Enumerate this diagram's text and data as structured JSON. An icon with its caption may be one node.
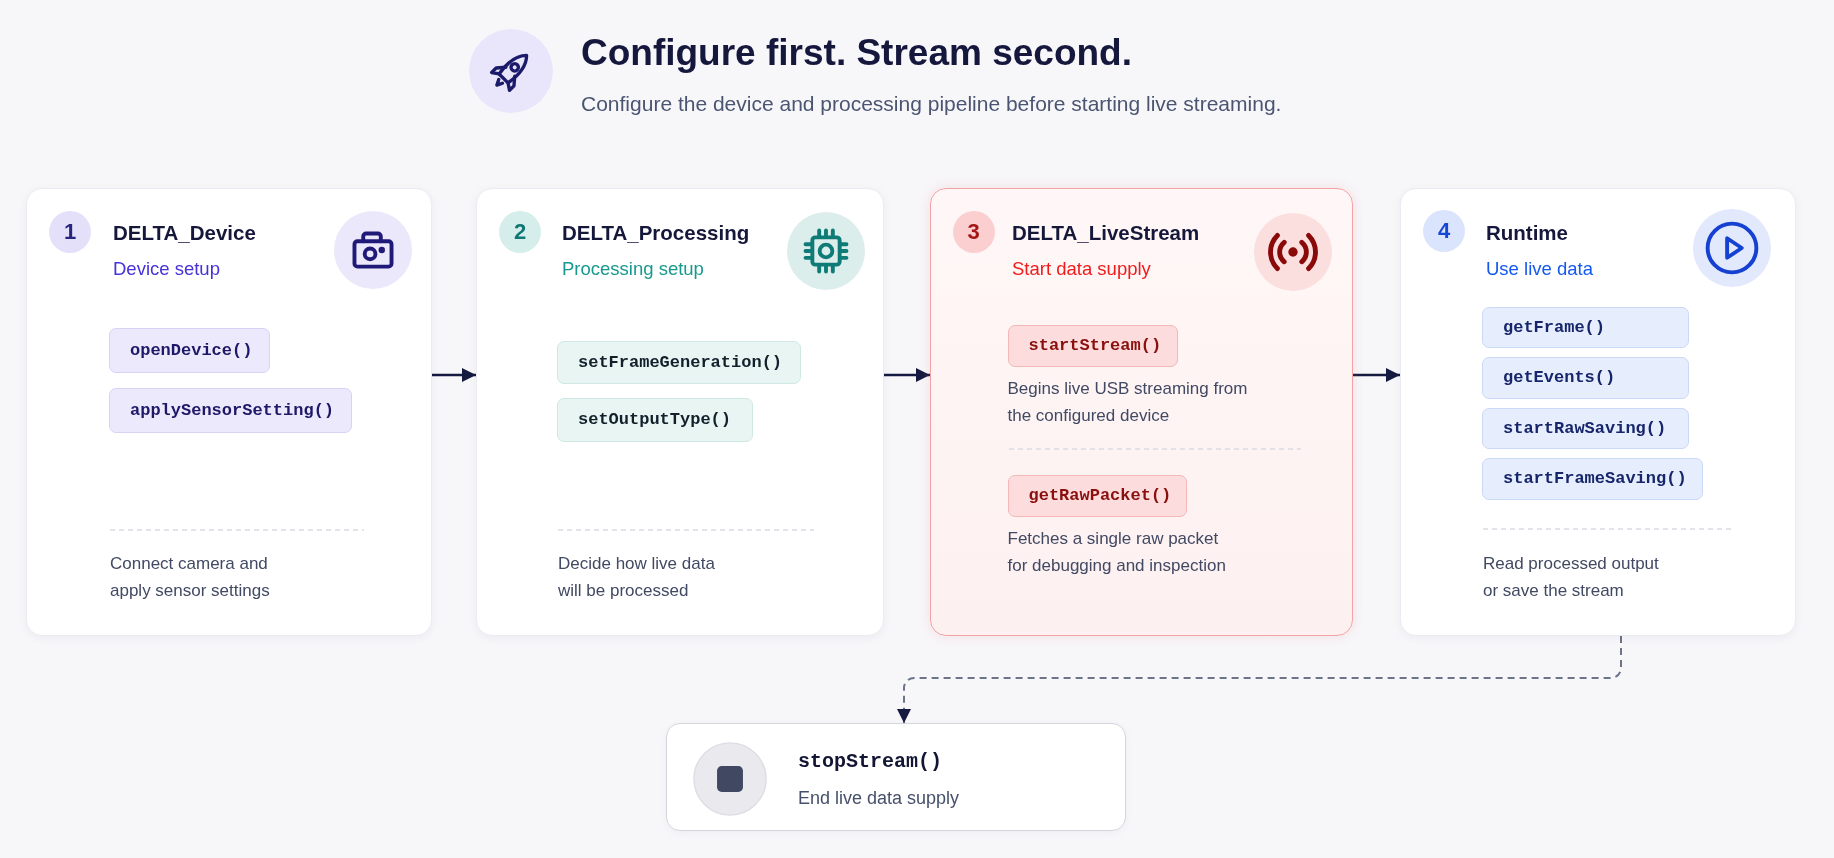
{
  "diagram": {
    "title": "Configure first. Stream second.",
    "nodes": [
      {
        "text": [
          "DELTA_Device",
          "Device setup",
          "Connect camera and apply sensor settings"
        ]
      },
      {
        "text": [
          "1"
        ],
        "in": 0
      },
      {
        "text": [
          "openDevice()"
        ],
        "in": 0
      },
      {
        "text": [
          "applySensorSetting()"
        ],
        "in": 0
      },
      {
        "text": [
          "DELTA_Processing",
          "Processing setup",
          "Decide how live data will be processed"
        ]
      },
      {
        "text": [
          "2"
        ],
        "in": 4
      },
      {
        "text": [
          "setFrameGeneration()"
        ],
        "in": 4
      },
      {
        "text": [
          "setOutputType()"
        ],
        "in": 4
      },
      {
        "text": [
          "DELTA_LiveStream",
          "Start data supply"
        ]
      },
      {
        "text": [
          "3"
        ],
        "in": 8
      },
      {
        "text": [
          "startStream()"
        ],
        "in": 8,
        "beside": [
          "Begins live USB streaming from the configured device"
        ]
      },
      {
        "text": [
          "getRawPacket()"
        ],
        "in": 8,
        "beside": [
          "Fetches a single raw packet for debugging and inspection"
        ]
      },
      {
        "text": [
          "Runtime",
          "Use live data",
          "Read processed output or save the stream"
        ]
      },
      {
        "text": [
          "4"
        ],
        "in": 12
      },
      {
        "text": [
          "getFrame()"
        ],
        "in": 12
      },
      {
        "text": [
          "getEvents()"
        ],
        "in": 12
      },
      {
        "text": [
          "startRawSaving()"
        ],
        "in": 12
      },
      {
        "text": [
          "startFrameSaving()"
        ],
        "in": 12
      },
      {
        "text": [
          "stopStream()",
          "End live data supply"
        ]
      }
    ],
    "edges": [
      {
        "from": 0,
        "to": 4,
        "arrow": "to"
      },
      {
        "from": 4,
        "to": 8,
        "arrow": "to"
      },
      {
        "from": 8,
        "to": 12,
        "arrow": "to"
      },
      {
        "from": 12,
        "to": 18,
        "arrow": "to",
        "style": "dashed",
        "color": "#6b7489"
      }
    ],
    "labels": [
      "Configure the device and processing pipeline before starting live streaming."
    ]
  }
}
